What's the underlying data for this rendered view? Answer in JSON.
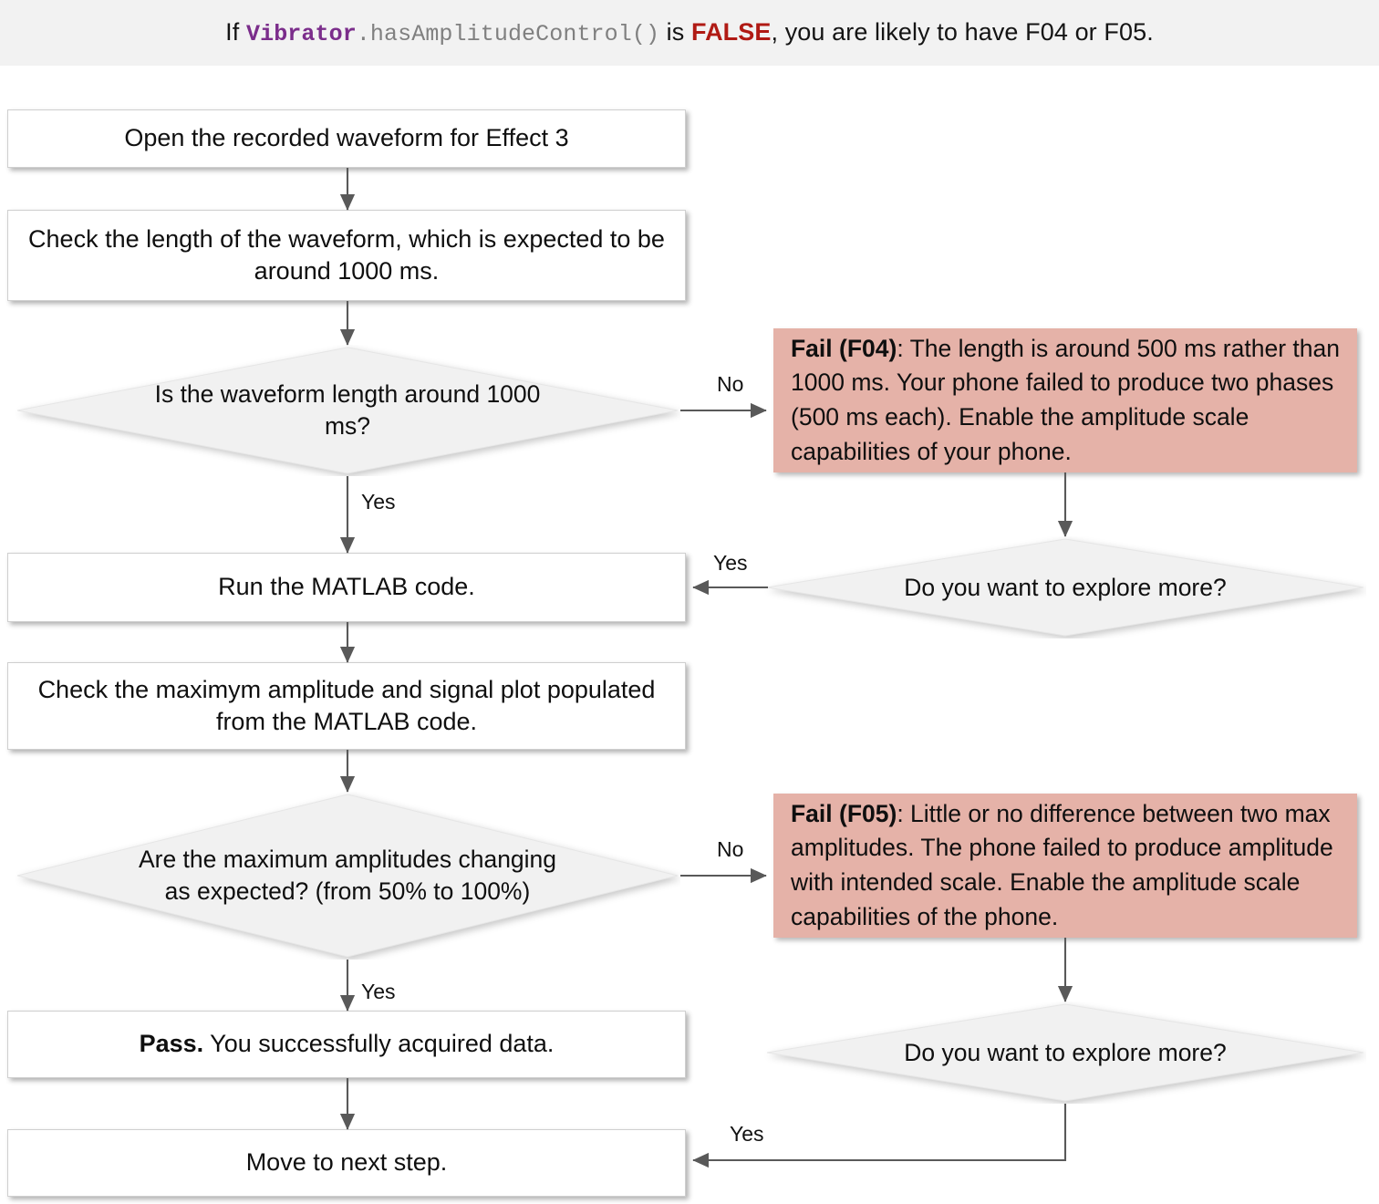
{
  "header": {
    "prefix": "If ",
    "code_class": "Vibrator",
    "code_method": ".hasAmplitudeControl()",
    "mid": " is ",
    "bool_value": "FALSE",
    "suffix": ", you are likely to have F04 or F05.",
    "banner_bg": "#f2f2f2",
    "class_color": "#7b2d8b",
    "method_color": "#808080",
    "bool_color": "#b01a14"
  },
  "palette": {
    "process_fill": "#ffffff",
    "process_border": "#cfcfcf",
    "decision_fill": "#f1f1f1",
    "decision_border": "#e2e2e2",
    "fail_fill": "#e5b2a8",
    "edge_color": "#595959",
    "text_color": "#0f0f0f"
  },
  "nodes": {
    "open_waveform": {
      "text": "Open the recorded waveform for Effect 3",
      "shape": "process"
    },
    "check_length": {
      "text": "Check the length of the waveform, which is expected to be around 1000 ms.",
      "shape": "process"
    },
    "decision_length": {
      "text": "Is the waveform length around 1000 ms?",
      "shape": "decision"
    },
    "fail_f04": {
      "bold": "Fail (F04)",
      "rest": ": The length is around 500 ms rather than 1000 ms. Your phone failed to produce two phases (500 ms each). Enable the amplitude scale capabilities of your phone.",
      "shape": "fail"
    },
    "explore_more_1": {
      "text": "Do you want to explore more?",
      "shape": "decision"
    },
    "run_matlab": {
      "text": "Run the MATLAB code.",
      "shape": "process"
    },
    "check_amplitude": {
      "text": "Check the maximym amplitude and signal plot populated from the MATLAB code.",
      "shape": "process"
    },
    "decision_amplitude": {
      "text": "Are the maximum amplitudes changing as expected? (from 50% to 100%)",
      "shape": "decision"
    },
    "fail_f05": {
      "bold": "Fail (F05)",
      "rest": ": Little or no difference between two max amplitudes. The phone failed to produce amplitude with intended scale. Enable the amplitude scale capabilities of the phone.",
      "shape": "fail"
    },
    "explore_more_2": {
      "text": "Do you want to explore more?",
      "shape": "decision"
    },
    "pass_node": {
      "bold": "Pass.",
      "rest": " You successfully acquired data.",
      "shape": "process"
    },
    "next_step": {
      "text": "Move to next step.",
      "shape": "process"
    }
  },
  "edge_labels": {
    "length_no": "No",
    "length_yes": "Yes",
    "explore1_yes": "Yes",
    "amplitude_no": "No",
    "amplitude_yes": "Yes",
    "explore2_yes": "Yes"
  }
}
